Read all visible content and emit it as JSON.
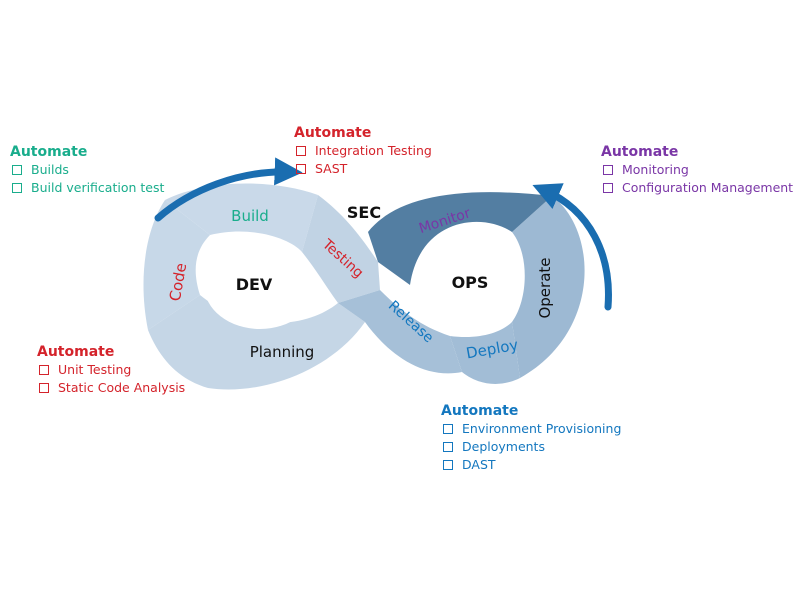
{
  "colors": {
    "build_green": "#19ad8c",
    "security_red": "#d4232b",
    "monitor_purple": "#7a36a6",
    "release_blue": "#1377bf",
    "loop_light": "#c5d6e6",
    "loop_mid": "#a4bed6",
    "loop_dark": "#537ea2",
    "arrow_blue": "#1a6db0"
  },
  "center_labels": {
    "dev": "DEV",
    "sec": "SEC",
    "ops": "OPS"
  },
  "stages": {
    "build": "Build",
    "testing": "Testing",
    "code": "Code",
    "planning": "Planning",
    "release": "Release",
    "deploy": "Deploy",
    "operate": "Operate",
    "monitor": "Monitor"
  },
  "automate_blocks": {
    "build": {
      "title": "Automate",
      "items": [
        "Builds",
        "Build verification test"
      ]
    },
    "security": {
      "title": "Automate",
      "items": [
        "Integration Testing",
        "SAST"
      ]
    },
    "monitor": {
      "title": "Automate",
      "items": [
        "Monitoring",
        "Configuration Management"
      ]
    },
    "code": {
      "title": "Automate",
      "items": [
        "Unit Testing",
        "Static Code Analysis"
      ]
    },
    "release": {
      "title": "Automate",
      "items": [
        "Environment Provisioning",
        "Deployments",
        "DAST"
      ]
    }
  }
}
